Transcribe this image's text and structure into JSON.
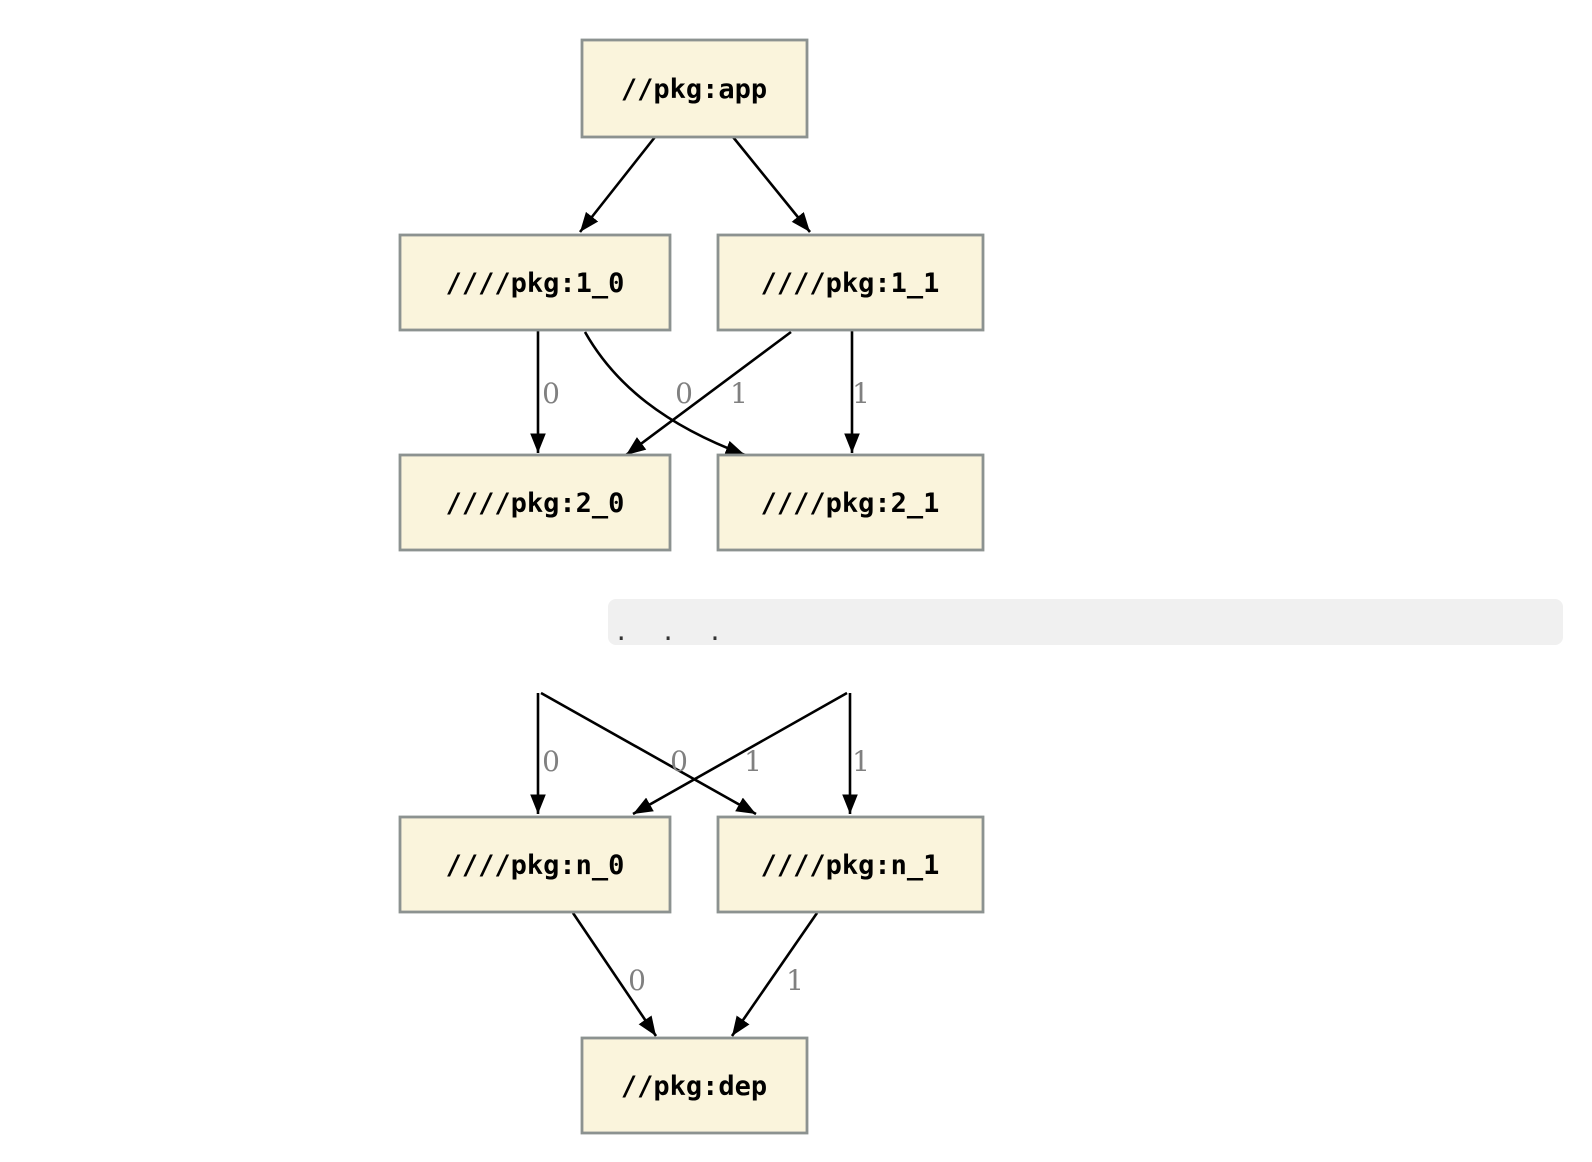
{
  "diagram": {
    "type": "dependency-graph",
    "nodes": [
      {
        "id": "app",
        "label": "//pkg:app"
      },
      {
        "id": "1_0",
        "label": "////pkg:1_0"
      },
      {
        "id": "1_1",
        "label": "////pkg:1_1"
      },
      {
        "id": "2_0",
        "label": "////pkg:2_0"
      },
      {
        "id": "2_1",
        "label": "////pkg:2_1"
      },
      {
        "id": "n_0",
        "label": "////pkg:n_0"
      },
      {
        "id": "n_1",
        "label": "////pkg:n_1"
      },
      {
        "id": "dep",
        "label": "//pkg:dep"
      }
    ],
    "edges": [
      {
        "from": "//pkg:app",
        "to": "////pkg:1_0",
        "label": ""
      },
      {
        "from": "//pkg:app",
        "to": "////pkg:1_1",
        "label": ""
      },
      {
        "from": "////pkg:1_0",
        "to": "////pkg:2_0",
        "label": "0"
      },
      {
        "from": "////pkg:1_1",
        "to": "////pkg:2_0",
        "label": "0"
      },
      {
        "from": "////pkg:1_0",
        "to": "////pkg:2_1",
        "label": "1"
      },
      {
        "from": "////pkg:1_1",
        "to": "////pkg:2_1",
        "label": "1"
      },
      {
        "from": "",
        "to": "////pkg:n_0",
        "label": "0"
      },
      {
        "from": "",
        "to": "////pkg:n_0",
        "label": "0"
      },
      {
        "from": "",
        "to": "////pkg:n_1",
        "label": "1"
      },
      {
        "from": "",
        "to": "////pkg:n_1",
        "label": "1"
      },
      {
        "from": "////pkg:n_0",
        "to": "//pkg:dep",
        "label": "0"
      },
      {
        "from": "////pkg:n_1",
        "to": "//pkg:dep",
        "label": "1"
      }
    ],
    "ellipsis": ". . .",
    "colors": {
      "node_fill": "#FAF4DC",
      "node_border": "#8C9290",
      "edge": "#000000",
      "edge_label": "#808080",
      "ellipsis_bg": "#F0F0F0",
      "page_bg": "#FFFFFF"
    }
  }
}
